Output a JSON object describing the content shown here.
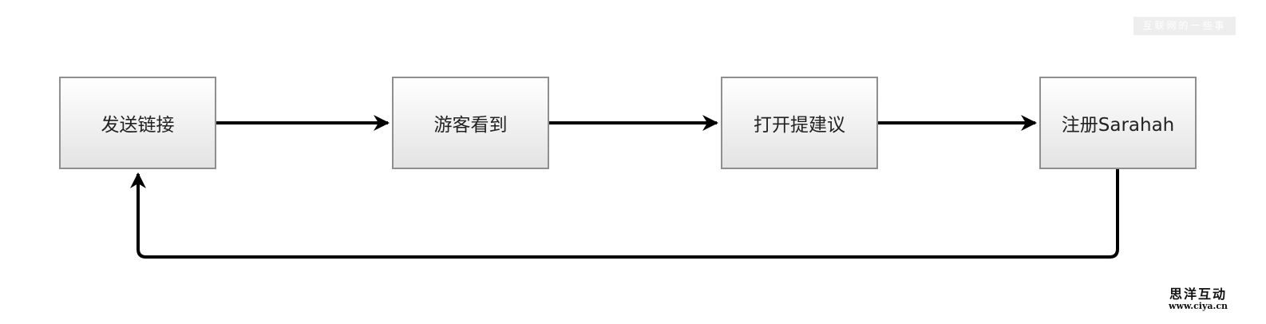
{
  "watermark": "互联网的一些事",
  "nodes": [
    {
      "id": "box-1",
      "label": "发送链接"
    },
    {
      "id": "box-2",
      "label": "游客看到"
    },
    {
      "id": "box-3",
      "label": "打开提建议"
    },
    {
      "id": "box-4",
      "label": "注册Sarahah"
    }
  ],
  "edges": [
    {
      "from": "box-1",
      "to": "box-2"
    },
    {
      "from": "box-2",
      "to": "box-3"
    },
    {
      "from": "box-3",
      "to": "box-4"
    },
    {
      "from": "box-4",
      "to": "box-1"
    }
  ],
  "brand": {
    "name": "思洋互动",
    "url": "www.ciya.cn"
  },
  "colors": {
    "box_border": "#8f8f8f",
    "box_fill_top": "#ffffff",
    "box_fill_bottom": "#e3e3e3",
    "arrow": "#000000",
    "text": "#222222"
  }
}
